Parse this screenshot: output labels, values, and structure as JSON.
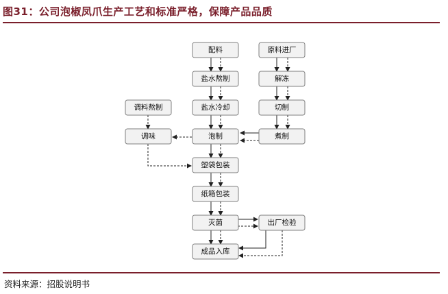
{
  "header": {
    "title": "图31：公司泡椒凤爪生产工艺和标准严格，保障产品品质"
  },
  "footer": {
    "source": "资料来源：招股说明书"
  },
  "diagram": {
    "nodes": {
      "peiliao": "配料",
      "yuanliao": "原料进厂",
      "yanshui_zhu": "盐水熬制",
      "jiedong": "解冻",
      "tiaoliao": "调料熬制",
      "yanshui_leng": "盐水冷却",
      "qiezhi": "切制",
      "tiaowei": "调味",
      "paozhi": "泡制",
      "zhuzhi": "煮制",
      "suliao": "塑袋包装",
      "zhixiang": "纸箱包装",
      "miejun": "灭菌",
      "chuchang": "出厂检验",
      "chengpin": "成品入库"
    }
  }
}
